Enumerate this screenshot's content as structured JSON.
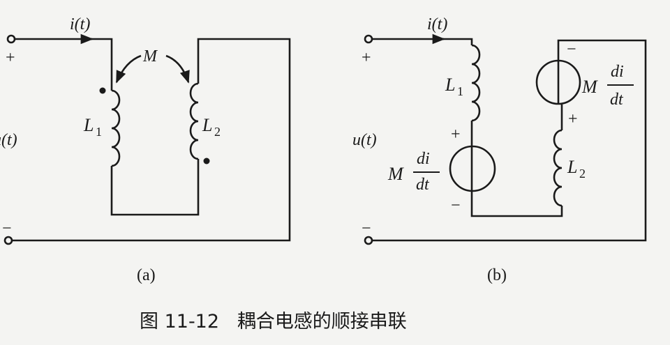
{
  "figure_a": {
    "current_label": "i(t)",
    "voltage_label": "u(t)",
    "plus": "+",
    "minus": "−",
    "mutual_label": "M",
    "l1_label": "L",
    "l1_sub": "1",
    "l2_label": "L",
    "l2_sub": "2",
    "sublabel": "(a)"
  },
  "figure_b": {
    "current_label": "i(t)",
    "voltage_label": "u(t)",
    "plus": "+",
    "minus": "−",
    "l1_label": "L",
    "l1_sub": "1",
    "l2_label": "L",
    "l2_sub": "2",
    "source1": {
      "coef": "M",
      "num": "di",
      "den": "dt",
      "plus": "+",
      "minus": "−"
    },
    "source2": {
      "coef": "M",
      "num": "di",
      "den": "dt",
      "plus": "+",
      "minus": "−"
    },
    "sublabel": "(b)"
  },
  "caption": "图 11-12   耦合电感的顺接串联"
}
